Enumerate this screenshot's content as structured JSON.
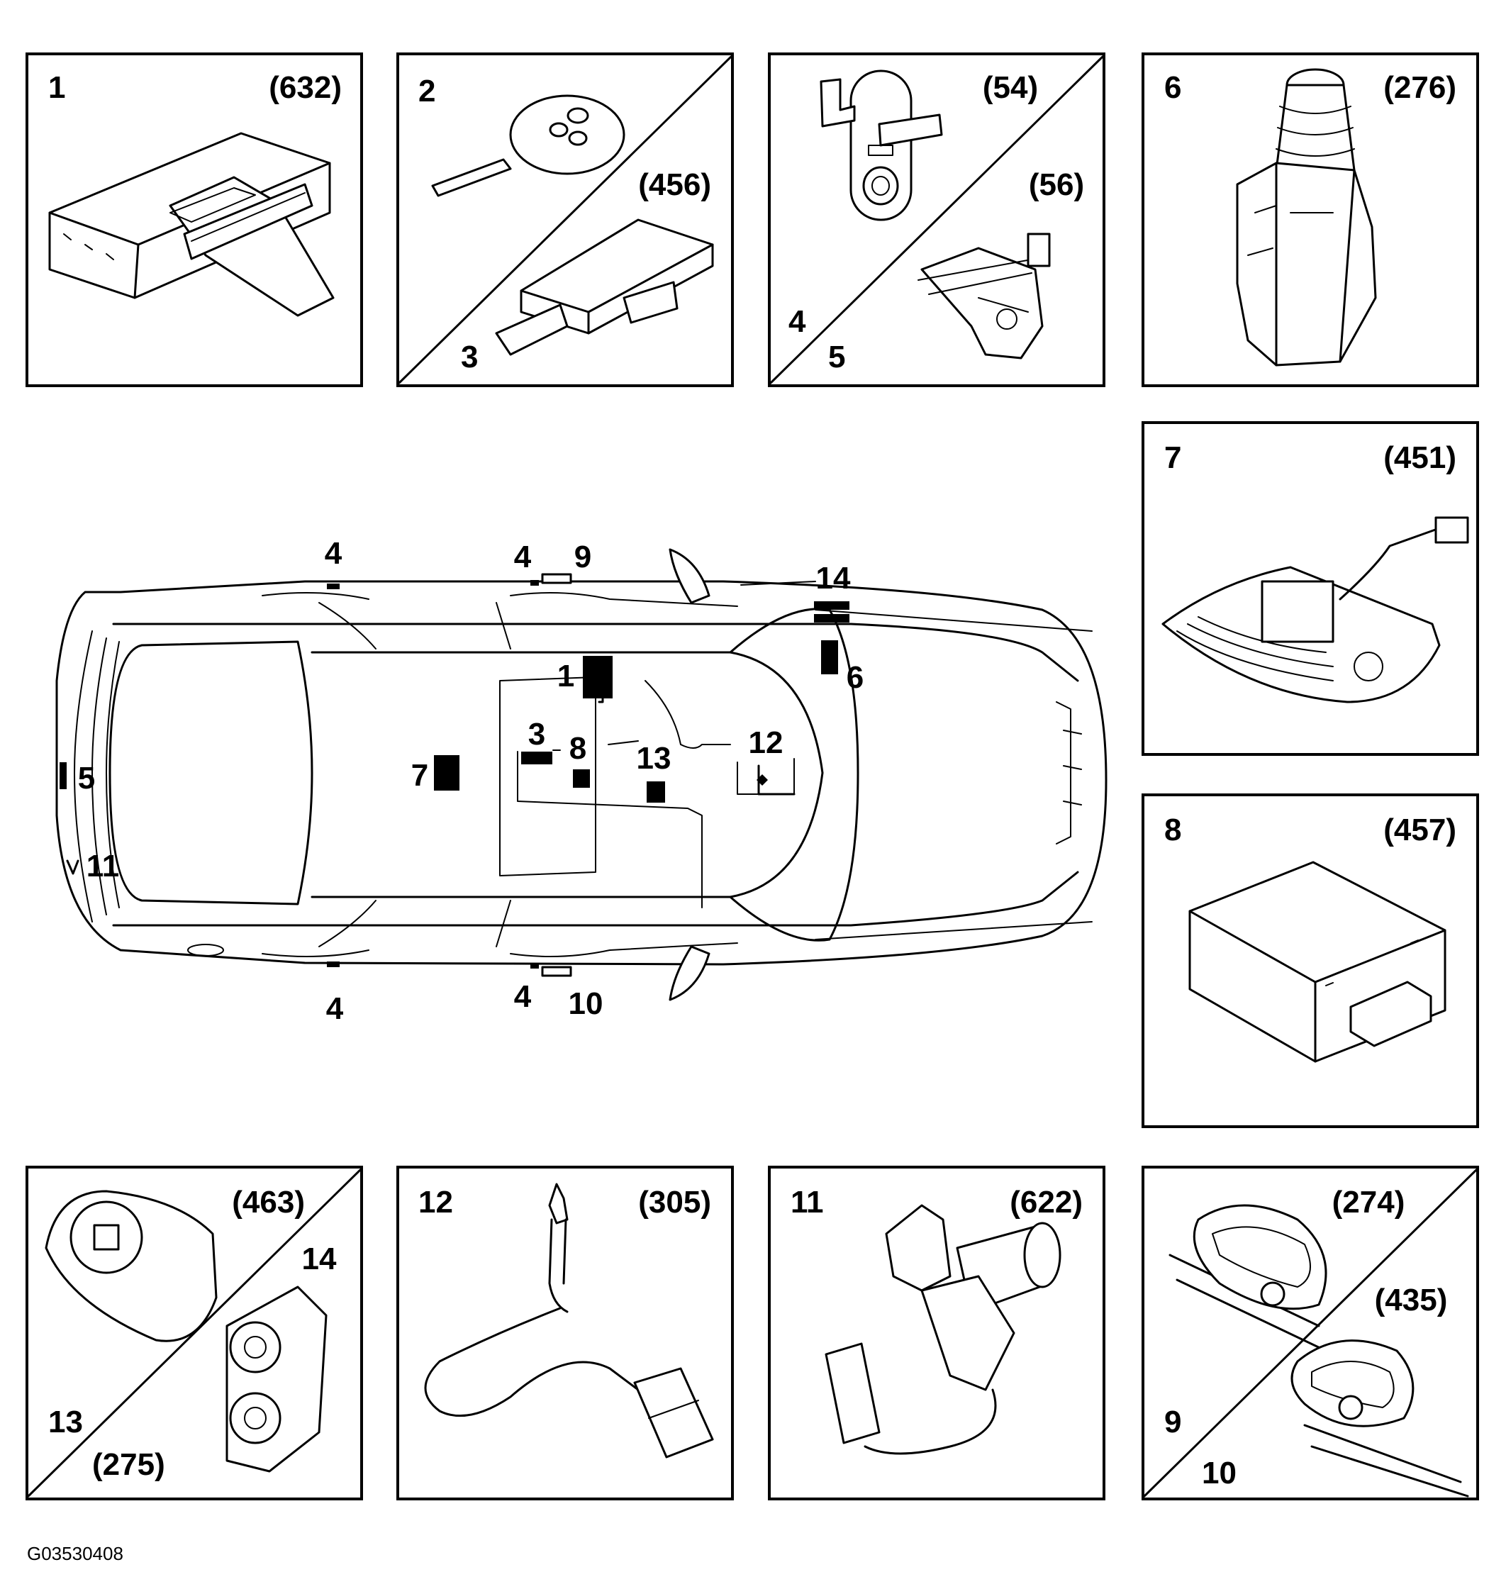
{
  "figure_id": "G03530408",
  "panels": [
    {
      "key": "p1",
      "labels": [
        "1"
      ],
      "codes": [
        "(632)"
      ]
    },
    {
      "key": "p2",
      "labels": [
        "2",
        "3"
      ],
      "codes": [
        "(456)"
      ]
    },
    {
      "key": "p3",
      "labels": [
        "4",
        "5"
      ],
      "codes": [
        "(54)",
        "(56)"
      ]
    },
    {
      "key": "p4",
      "labels": [
        "6"
      ],
      "codes": [
        "(276)"
      ]
    },
    {
      "key": "p5",
      "labels": [
        "7"
      ],
      "codes": [
        "(451)"
      ]
    },
    {
      "key": "p6",
      "labels": [
        "8"
      ],
      "codes": [
        "(457)"
      ]
    },
    {
      "key": "p7",
      "labels": [
        "13",
        "14"
      ],
      "codes": [
        "(463)",
        "(275)"
      ]
    },
    {
      "key": "p8",
      "labels": [
        "12"
      ],
      "codes": [
        "(305)"
      ]
    },
    {
      "key": "p9",
      "labels": [
        "11"
      ],
      "codes": [
        "(622)"
      ]
    },
    {
      "key": "p10",
      "labels": [
        "9",
        "10"
      ],
      "codes": [
        "(274)",
        "(435)"
      ]
    }
  ],
  "car_callouts": [
    "4",
    "4",
    "9",
    "14",
    "1",
    "6",
    "3",
    "8",
    "13",
    "12",
    "7",
    "5",
    "11",
    "4",
    "4",
    "10"
  ]
}
